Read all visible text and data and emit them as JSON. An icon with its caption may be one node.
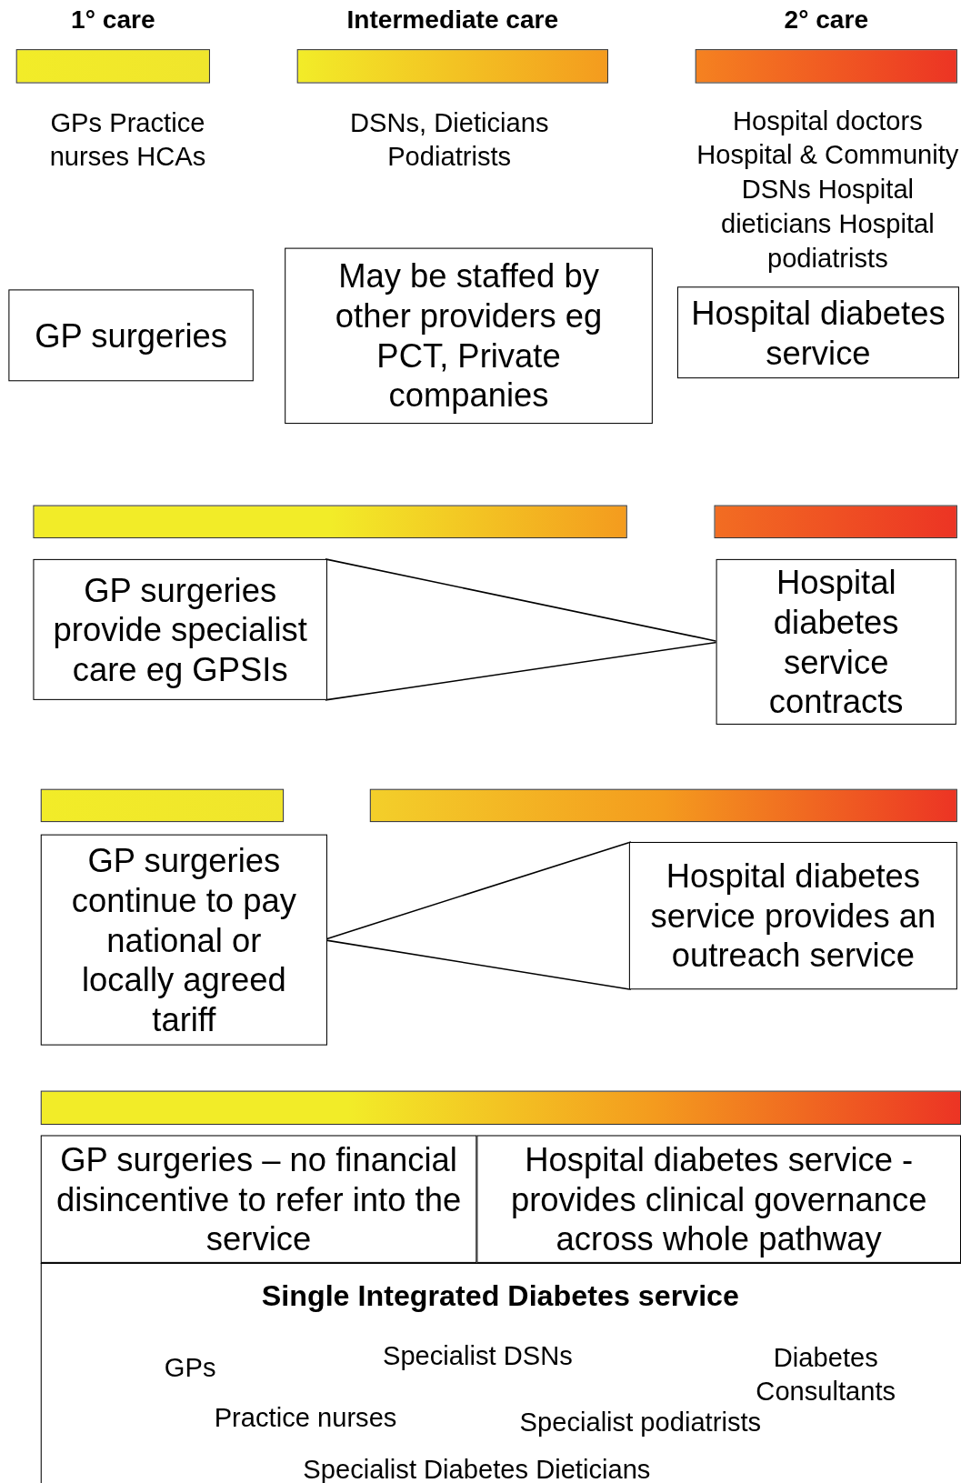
{
  "diagram": {
    "nodes": [
      {
        "text": [
          "1° care"
        ],
        "beside": [
          "GPs Practice nurses HCAs"
        ]
      },
      {
        "text": [
          "Intermediate care"
        ],
        "beside": [
          "DSNs, Dieticians Podiatrists"
        ]
      },
      {
        "text": [
          "2° care"
        ],
        "beside": [
          "Hospital doctors Hospital & Community DSNs Hospital dieticians Hospital podiatrists"
        ]
      },
      {
        "text": [
          "GP surgeries"
        ]
      },
      {
        "text": [
          "May be staffed by other providers eg PCT, Private companies"
        ]
      },
      {
        "text": [
          "Hospital diabetes service"
        ]
      },
      {
        "text": [],
        "shape": "bar"
      },
      {
        "text": [],
        "shape": "bar"
      },
      {
        "text": [
          "GP surgeries provide specialist care eg GPSIs"
        ]
      },
      {
        "text": [
          "Hospital diabetes service contracts"
        ]
      },
      {
        "text": [],
        "shape": "bar"
      },
      {
        "text": [],
        "shape": "bar"
      },
      {
        "text": [
          "GP surgeries continue to pay national or locally agreed tariff"
        ]
      },
      {
        "text": [
          "Hospital diabetes service provides an outreach service"
        ]
      },
      {
        "text": [],
        "shape": "bar"
      },
      {
        "text": [
          "GP surgeries – no financial disincentive to refer into the service"
        ]
      },
      {
        "text": [
          "Hospital diabetes service - provides clinical governance across whole pathway"
        ]
      },
      {
        "text": [
          "Single Integrated Diabetes service",
          "GPs",
          "Specialist DSNs",
          "Diabetes Consultants",
          "Practice nurses",
          "Specialist podiatrists",
          "Specialist Diabetes Dieticians"
        ]
      }
    ],
    "edges": [
      {
        "from": 8,
        "to": 9,
        "arrow": "none"
      },
      {
        "from": 13,
        "to": 12,
        "arrow": "none"
      }
    ]
  }
}
